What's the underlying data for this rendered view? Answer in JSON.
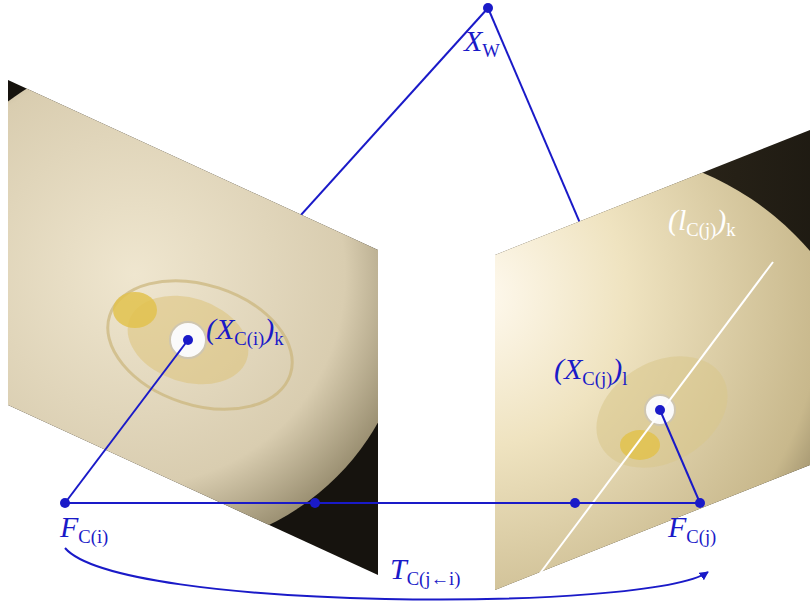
{
  "diagram": {
    "labels": [
      "XW",
      "(XC(i))k",
      "(XC(j))l",
      "(lC(j))k",
      "FC(i)",
      "FC(j)",
      "TC(j←i)"
    ]
  }
}
